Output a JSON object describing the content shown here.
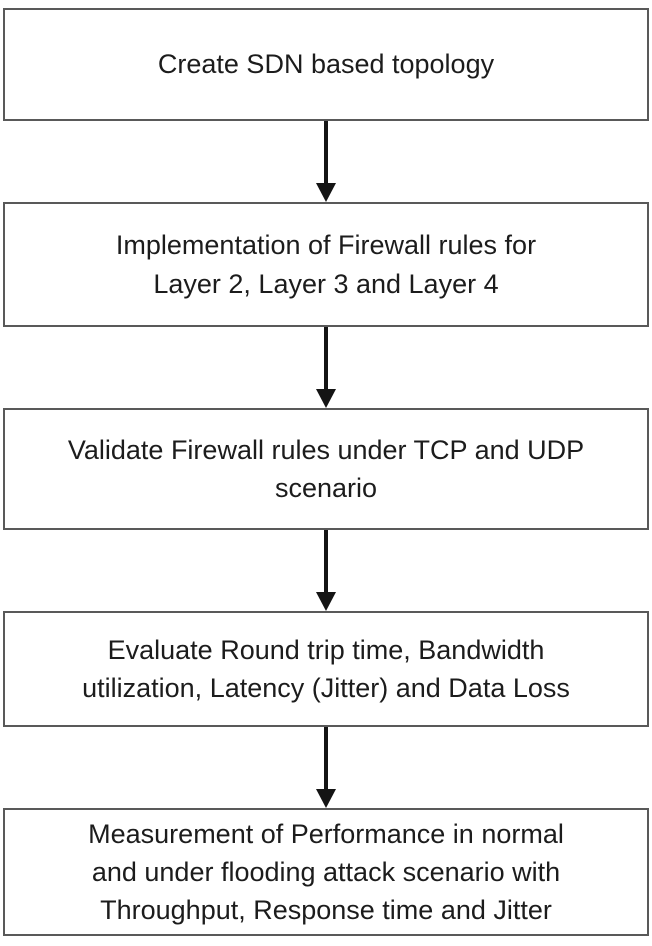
{
  "colors": {
    "background": "#ffffff",
    "box_border": "#595959",
    "box_text": "#1c1c1c",
    "arrow": "#141414"
  },
  "flowchart": {
    "type": "vertical-flow",
    "steps": [
      {
        "label": "Create SDN based topology"
      },
      {
        "label": "Implementation of Firewall rules for\nLayer  2, Layer 3 and Layer 4"
      },
      {
        "label": "Validate Firewall rules under TCP and UDP\nscenario"
      },
      {
        "label": "Evaluate Round trip time, Bandwidth\nutilization, Latency (Jitter) and Data Loss"
      },
      {
        "label": "Measurement of Performance in normal\nand under flooding attack scenario with\nThroughput, Response time and Jitter"
      }
    ]
  }
}
